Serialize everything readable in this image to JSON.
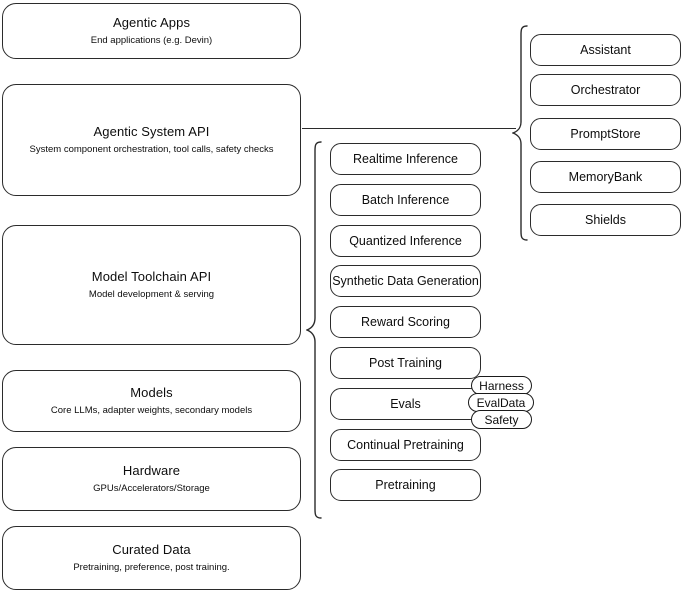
{
  "diagram": {
    "title": "AI stack layered architecture diagram",
    "stroke_color": "#2b2b2b",
    "background_color": "#ffffff"
  },
  "layers": [
    {
      "id": "agentic-apps",
      "title": "Agentic Apps",
      "subtitle": "End applications (e.g. Devin)"
    },
    {
      "id": "agentic-system-api",
      "title": "Agentic System API",
      "subtitle": "System component orchestration, tool calls, safety checks"
    },
    {
      "id": "model-toolchain-api",
      "title": "Model Toolchain API",
      "subtitle": "Model development & serving"
    },
    {
      "id": "models",
      "title": "Models",
      "subtitle": "Core LLMs, adapter weights, secondary models"
    },
    {
      "id": "hardware",
      "title": "Hardware",
      "subtitle": "GPUs/Accelerators/Storage"
    },
    {
      "id": "curated-data",
      "title": "Curated Data",
      "subtitle": "Pretraining, preference, post training."
    }
  ],
  "toolchain_items": [
    {
      "id": "realtime-inference",
      "label": "Realtime Inference"
    },
    {
      "id": "batch-inference",
      "label": "Batch Inference"
    },
    {
      "id": "quantized-inference",
      "label": "Quantized Inference"
    },
    {
      "id": "synthetic-data-generation",
      "label": "Synthetic Data Generation"
    },
    {
      "id": "reward-scoring",
      "label": "Reward Scoring"
    },
    {
      "id": "post-training",
      "label": "Post Training"
    },
    {
      "id": "evals",
      "label": "Evals"
    },
    {
      "id": "continual-pretraining",
      "label": "Continual Pretraining"
    },
    {
      "id": "pretraining",
      "label": "Pretraining"
    }
  ],
  "evals_tags": [
    {
      "id": "harness",
      "label": "Harness"
    },
    {
      "id": "evaldata",
      "label": "EvalData"
    },
    {
      "id": "safety",
      "label": "Safety"
    }
  ],
  "system_items": [
    {
      "id": "assistant",
      "label": "Assistant"
    },
    {
      "id": "orchestrator",
      "label": "Orchestrator"
    },
    {
      "id": "promptstore",
      "label": "PromptStore"
    },
    {
      "id": "memorybank",
      "label": "MemoryBank"
    },
    {
      "id": "shields",
      "label": "Shields"
    }
  ]
}
